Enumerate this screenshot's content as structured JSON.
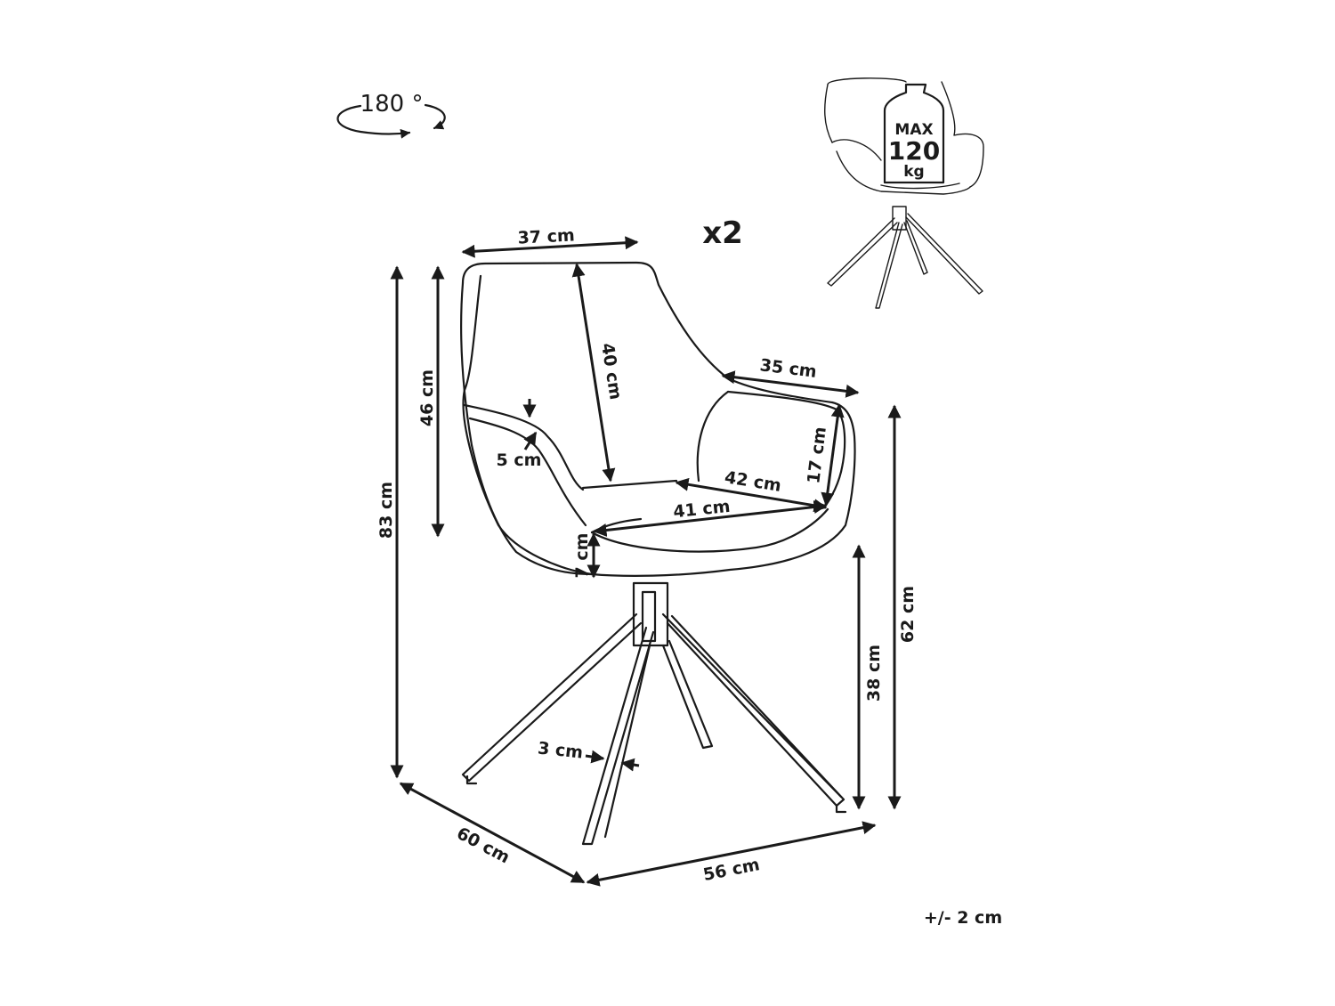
{
  "labels": {
    "rotation": "180 °",
    "multiplier": "x2",
    "max_line1": "MAX",
    "max_line2": "120",
    "max_line3": "kg",
    "backrest_width": "37 cm",
    "backrest_height": "40 cm",
    "armrest_depth": "35 cm",
    "armrest_height": "17 cm",
    "seat_depth": "42 cm",
    "seat_width": "41 cm",
    "armrest_thickness": "5 cm",
    "seat_thickness": "7 cm",
    "back_height_above_seat": "46 cm",
    "total_height": "83 cm",
    "armrest_floor_height": "62 cm",
    "seat_floor_height": "38 cm",
    "leg_width": "3 cm",
    "depth": "60 cm",
    "width": "56 cm",
    "tolerance": "+/- 2 cm"
  },
  "colors": {
    "line": "#1a1a1a",
    "background": "#ffffff"
  }
}
